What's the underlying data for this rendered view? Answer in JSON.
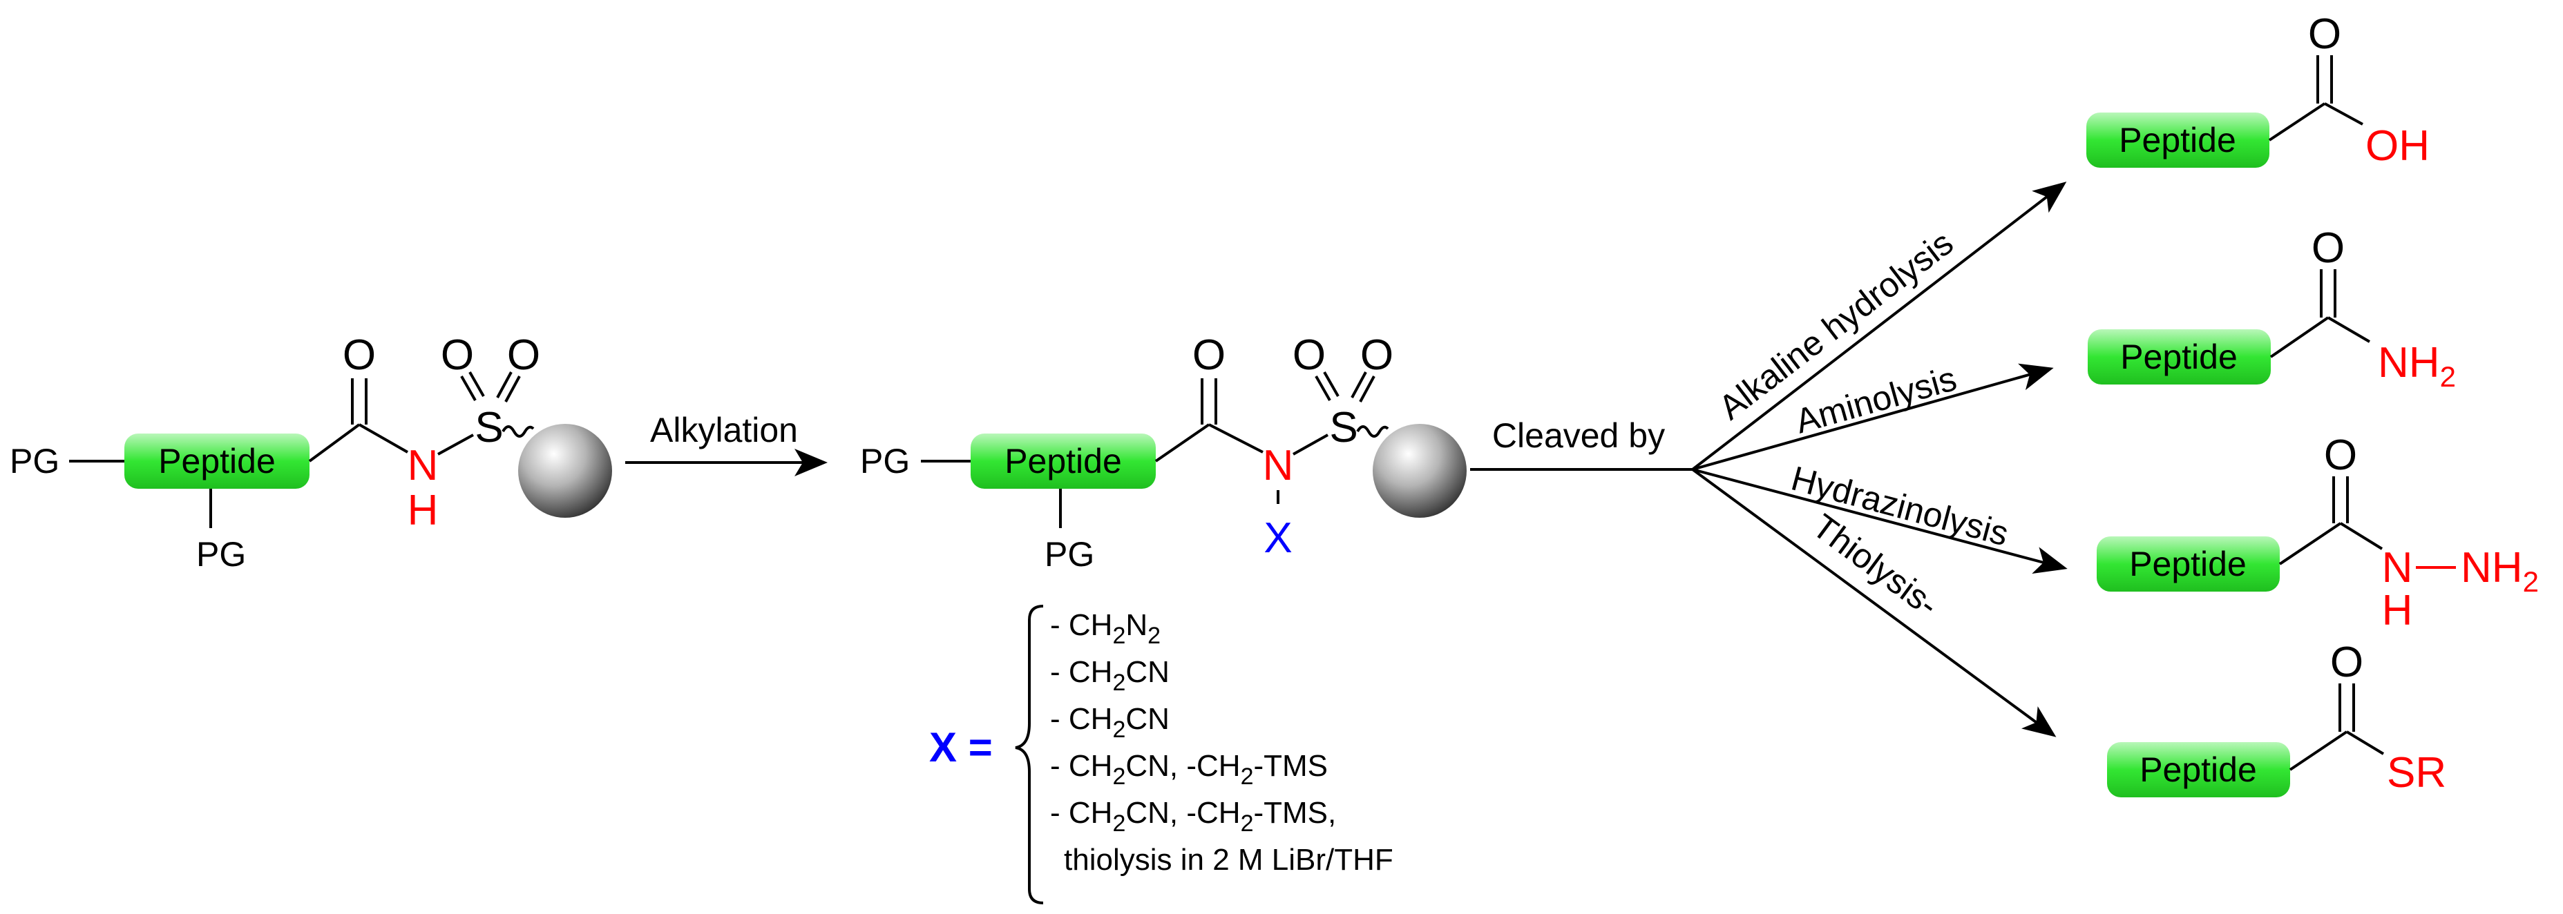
{
  "protecting_group": "PG",
  "peptide_label": "Peptide",
  "atoms": {
    "O": "O",
    "S": "S",
    "N": "N",
    "H": "H",
    "X": "X",
    "OH": "OH",
    "NH2_main": "NH",
    "NH2_sub": "2",
    "SR": "SR"
  },
  "arrows": {
    "alkylation": "Alkylation",
    "cleaved_by": "Cleaved by",
    "alkaline": "Alkaline hydrolysis",
    "aminolysis": "Aminolysis",
    "hydrazinolysis": "Hydrazinolysis",
    "thiolysis": "Thiolysis-"
  },
  "x_def": {
    "label": "X =",
    "items": [
      {
        "pre": "- CH",
        "s1": "2",
        "mid": "N",
        "s2": "2",
        "post": ""
      },
      {
        "pre": "- CH",
        "s1": "2",
        "mid": "CN",
        "s2": "",
        "post": ""
      },
      {
        "pre": "- CH",
        "s1": "2",
        "mid": "CN",
        "s2": "",
        "post": ""
      },
      {
        "pre": "- CH",
        "s1": "2",
        "mid": "CN, -CH",
        "s2": "2",
        "post": "-TMS"
      },
      {
        "pre": "- CH",
        "s1": "2",
        "mid": "CN, -CH",
        "s2": "2",
        "post": "-TMS,"
      },
      {
        "pre": "thiolysis in 2 M LiBr/THF",
        "s1": "",
        "mid": "",
        "s2": "",
        "post": ""
      }
    ]
  },
  "colors": {
    "peptide_box": "#33e633",
    "heteroatom": "#ff0000",
    "substituent": "#0000ff",
    "resin_bead": "#888888"
  }
}
